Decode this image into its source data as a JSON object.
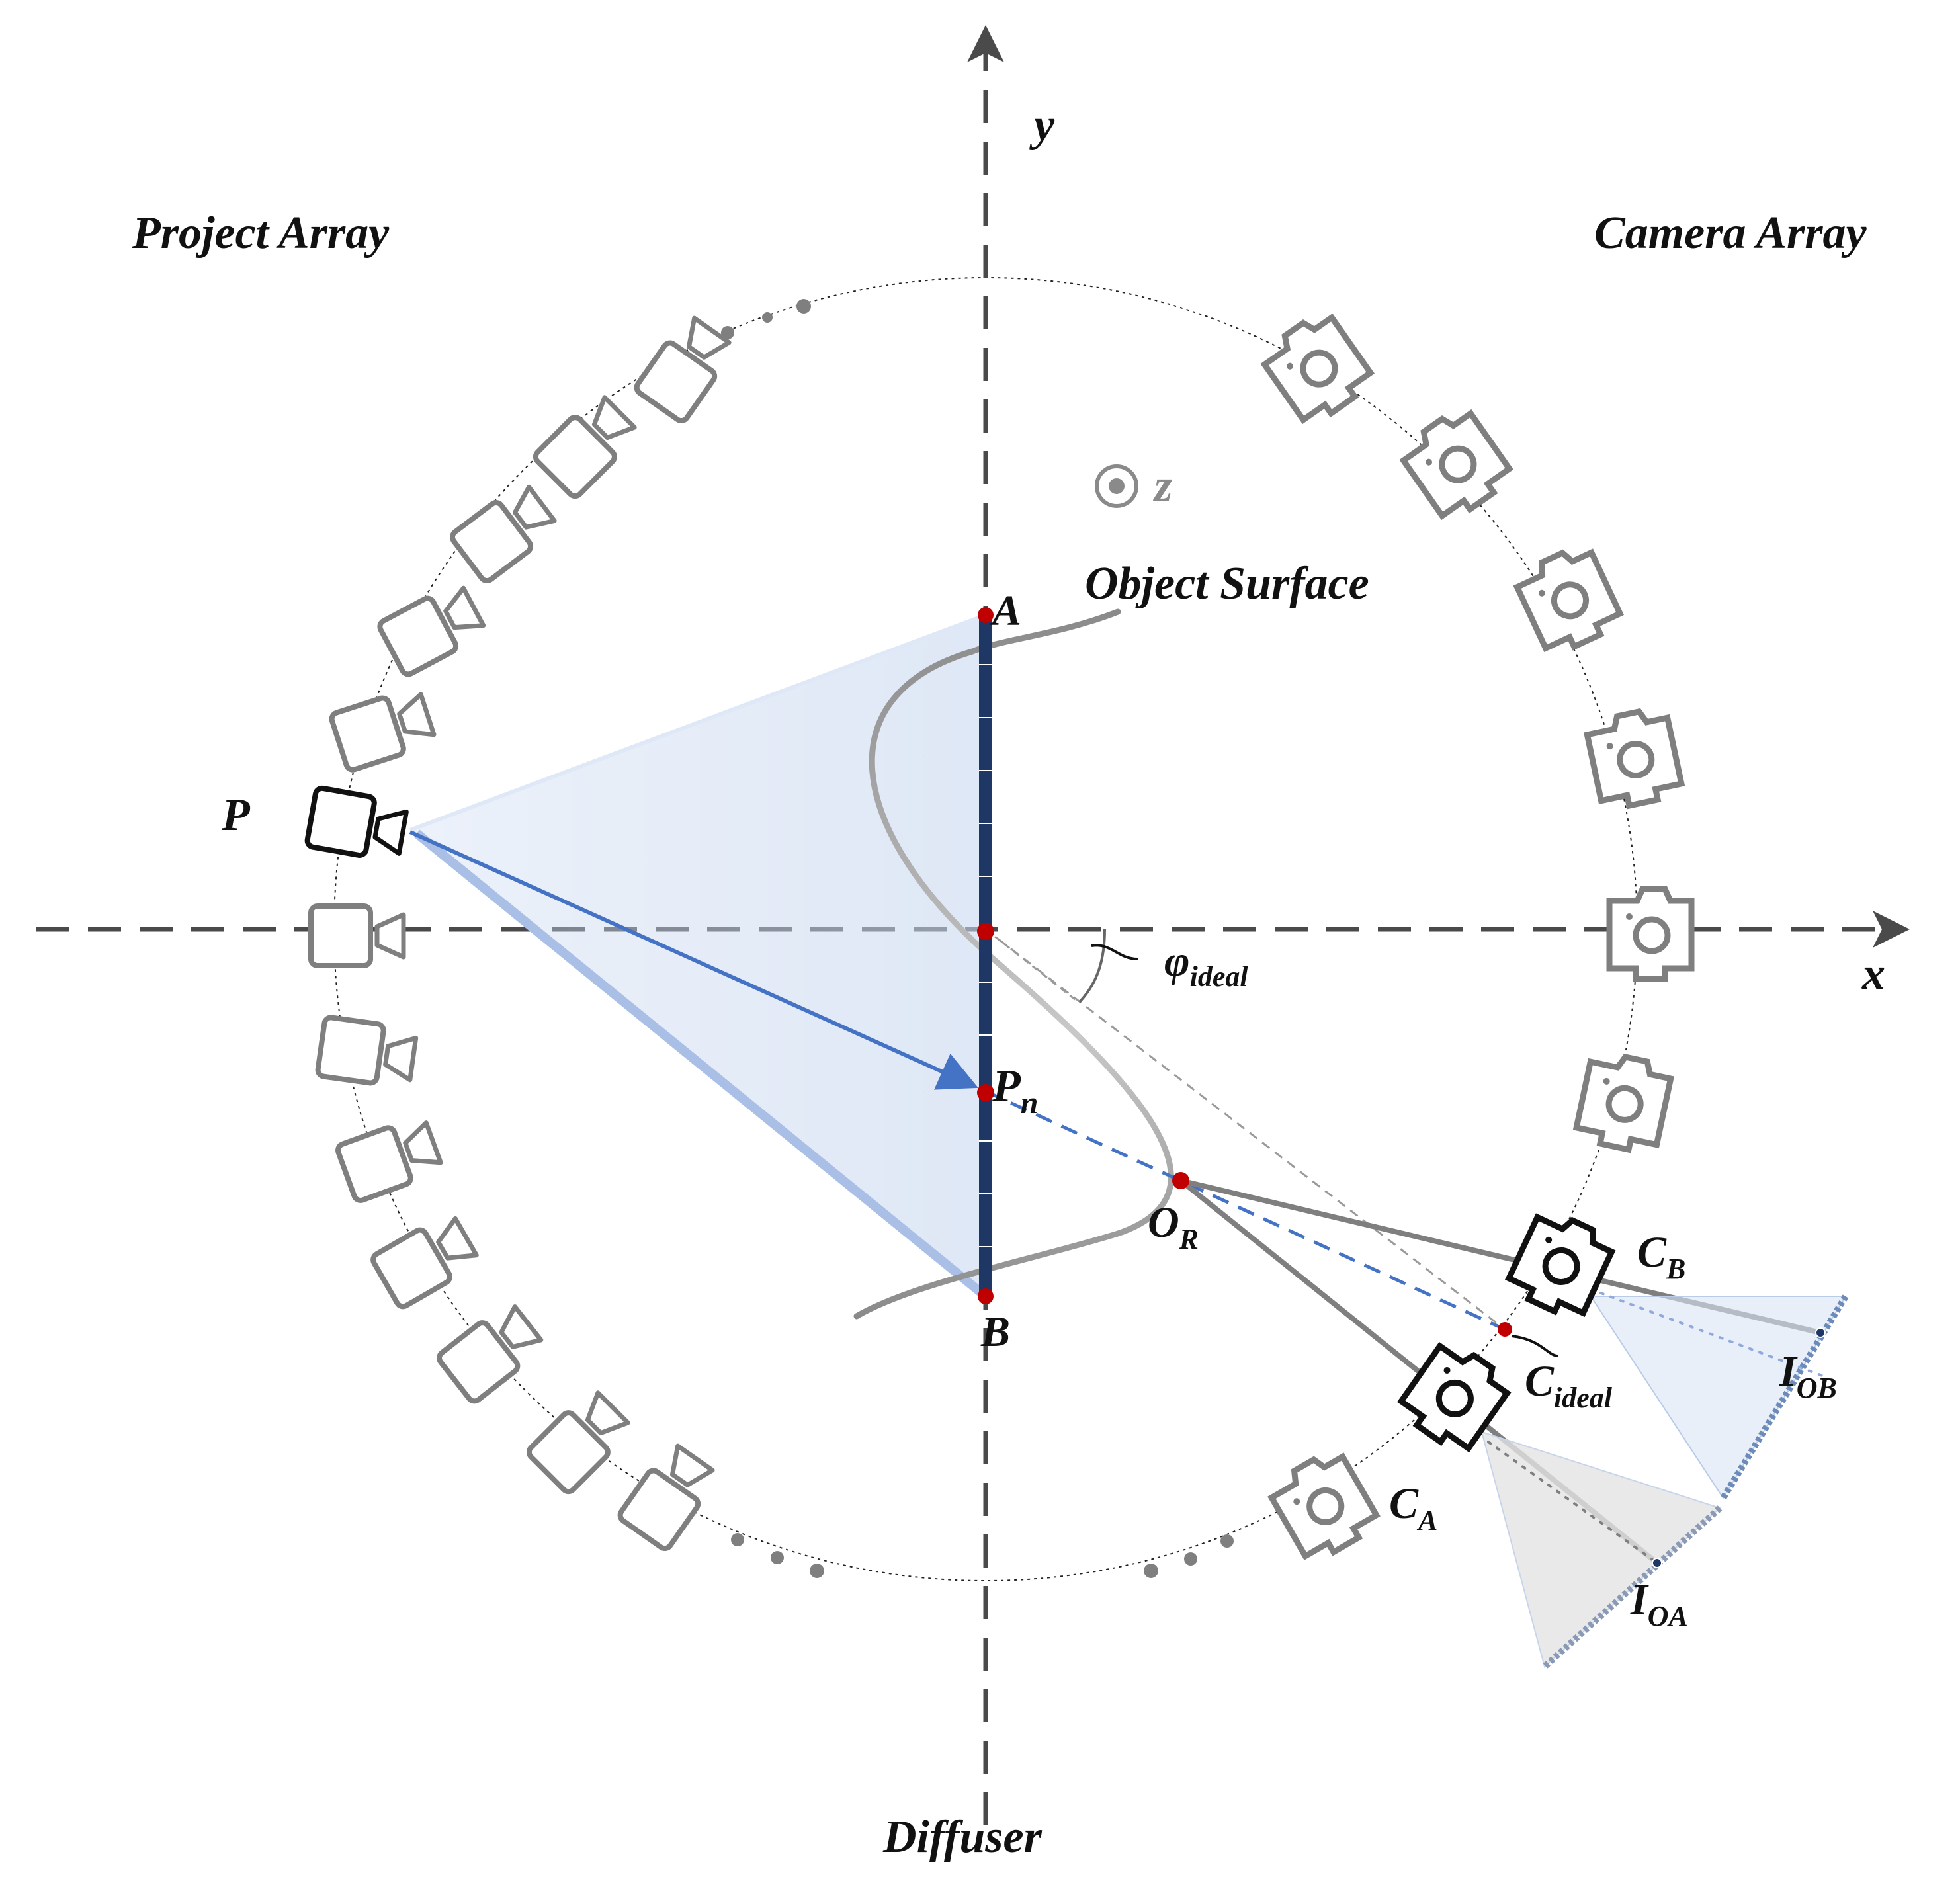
{
  "labels": {
    "project_array": "Project Array",
    "camera_array": "Camera Array",
    "object_surface": "Object Surface",
    "diffuser": "Diffuser",
    "y_axis": "y",
    "x_axis": "x",
    "z_axis": "z",
    "point_a": "A",
    "point_b": "B",
    "projector_p": "P",
    "point_pn": {
      "base": "P",
      "sub": "n"
    },
    "point_or": {
      "base": "O",
      "sub": "R"
    },
    "angle_phi": {
      "base": "φ",
      "sub": "ideal"
    },
    "cam_cb": {
      "base": "C",
      "sub": "B"
    },
    "cam_ca": {
      "base": "C",
      "sub": "A"
    },
    "cam_ideal": {
      "base": "C",
      "sub": "ideal"
    },
    "img_iob": {
      "base": "I",
      "sub": "OB"
    },
    "img_ioa": {
      "base": "I",
      "sub": "OA"
    }
  },
  "colors": {
    "axis": "#4a4a4a",
    "diffuser": "#1f3764",
    "marker": "#c00000",
    "ray_blue": "#4472c4",
    "fov_blue": "#c9d8f0",
    "gray_icon": "#7f7f7f",
    "active_icon": "#111111",
    "surface": "#9a9a9a"
  }
}
